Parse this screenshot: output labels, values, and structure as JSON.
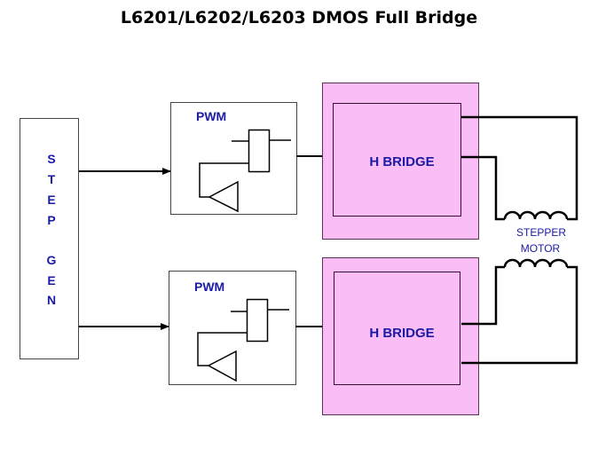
{
  "title": "L6201/L6202/L6203 DMOS Full Bridge",
  "step_gen": {
    "letters": [
      "S",
      "T",
      "E",
      "P",
      "G",
      "E",
      "N"
    ]
  },
  "channels": [
    {
      "pwm_label": "PWM",
      "hbridge_label": "H BRIDGE"
    },
    {
      "pwm_label": "PWM",
      "hbridge_label": "H BRIDGE"
    }
  ],
  "motor": {
    "line1": "STEPPER",
    "line2": "MOTOR"
  },
  "colors": {
    "label_blue": "#1a1aa6",
    "hbridge_fill": "#fbbdf5",
    "line": "#000000"
  }
}
